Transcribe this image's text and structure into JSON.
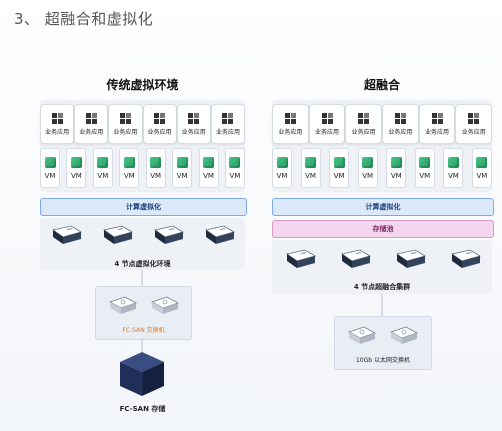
{
  "page": {
    "title": "3、 超融合和虚拟化"
  },
  "left": {
    "title": "传统虚拟环境",
    "app_label": "业务应用",
    "app_count": 6,
    "vm_label": "VM",
    "vm_count": 8,
    "virt_bar": "计算虚拟化",
    "server_count": 4,
    "server_label": "4 节点虚拟化环境",
    "switch_label": "FC-SAN 交换机",
    "storage_label": "FC-SAN 存储"
  },
  "right": {
    "title": "超融合",
    "app_label": "业务应用",
    "app_count": 6,
    "vm_label": "VM",
    "vm_count": 8,
    "virt_bar": "计算虚拟化",
    "storage_bar": "存储池",
    "server_count": 4,
    "server_label": "4 节点超融合集群",
    "switch_label": "10Gb 以太网交换机"
  },
  "colors": {
    "vm_green": "#2db36f",
    "virt_bar": "#dce9fb",
    "storage_bar": "#f4d6ee",
    "fc_switch_label": "#e07a1f",
    "storage_cube": "#1f2f5a"
  },
  "icons": {
    "app": "app-grid-icon",
    "vm": "vm-cube-icon",
    "server": "server-icon",
    "switch": "switch-icon",
    "storage": "storage-cube-icon"
  }
}
